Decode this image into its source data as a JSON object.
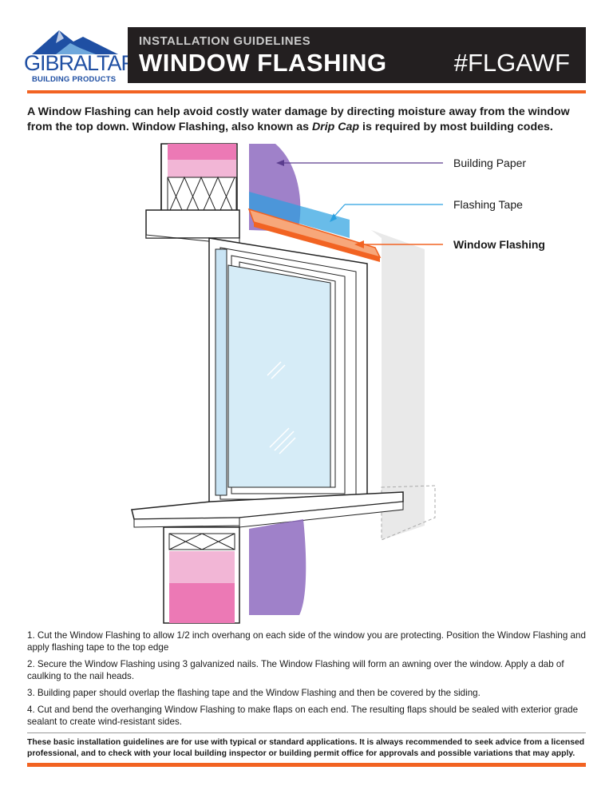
{
  "logo": {
    "name": "GIBRALTAR",
    "sub": "BUILDING PRODUCTS"
  },
  "header": {
    "kicker": "INSTALLATION GUIDELINES",
    "title": "WINDOW FLASHING",
    "code": "#FLGAWF"
  },
  "intro": {
    "before": "A Window Flashing can help avoid costly water damage by directing moisture away from the window from the top down. Window Flashing, also known as ",
    "italic": "Drip Cap",
    "after": " is required by most building codes."
  },
  "diagram": {
    "labels": {
      "building_paper": "Building Paper",
      "flashing_tape": "Flashing Tape",
      "window_flashing": "Window Flashing"
    },
    "colors": {
      "building_paper": "#8e6bbf",
      "flashing_tape": "#2aa0e0",
      "window_flashing": "#f26322",
      "insulation": "#e8479b",
      "glass": "#d6ecf7"
    }
  },
  "steps": [
    "1. Cut the Window Flashing to allow 1/2 inch overhang on each side of the window you are protecting.  Position the Window Flashing and apply flashing tape to the top edge",
    "2. Secure the Window Flashing using 3 galvanized nails.  The Window Flashing will form an awning over the window.  Apply a dab of caulking to the nail heads.",
    "3. Building paper should overlap the flashing tape and the Window Flashing and then be covered by the siding.",
    "4. Cut and bend the overhanging Window Flashing to make flaps on each end.  The resulting flaps should be sealed with exterior grade sealant to create wind-resistant sides."
  ],
  "disclaimer": "These basic installation guidelines are for use with typical or standard applications. It is always recommended to seek advice from a licensed professional, and to check with your local building inspector or building permit office for approvals and possible variations that may apply."
}
